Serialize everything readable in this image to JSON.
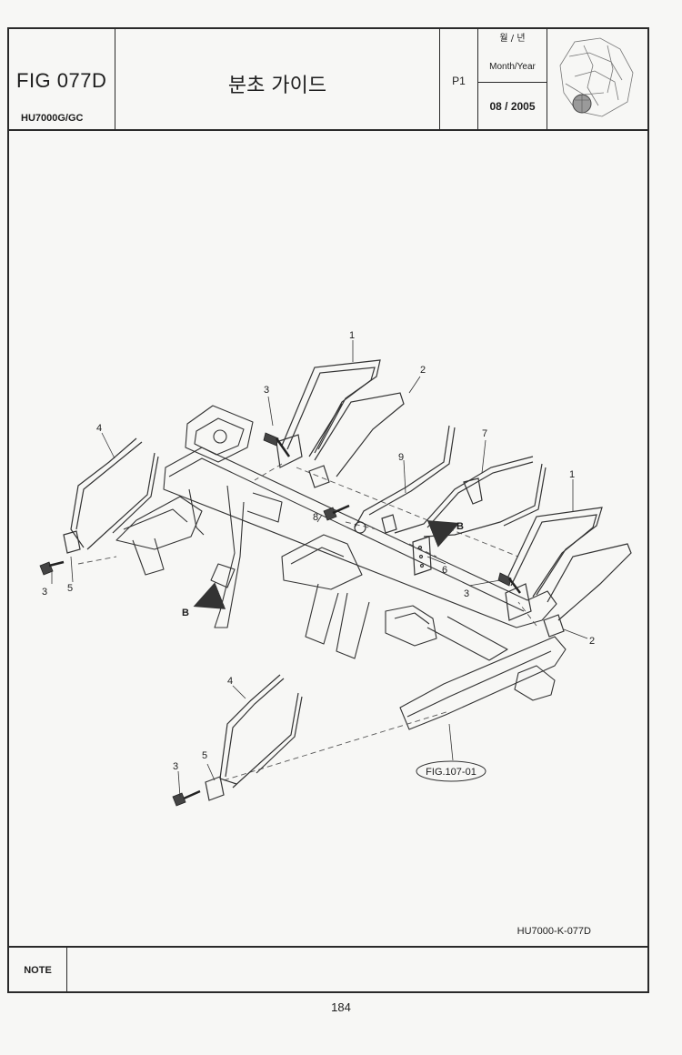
{
  "header": {
    "figure_number": "FIG 077D",
    "model": "HU7000G/GC",
    "title": "분초 가이드",
    "page_label": "P1",
    "month_year_korean": "월 / 년",
    "month_year_label": "Month/Year",
    "date": "08 / 2005"
  },
  "diagram": {
    "drawing_code": "HU7000-K-077D",
    "reference_figure": "FIG.107-01",
    "view_marker": "B",
    "callouts": [
      "1",
      "2",
      "3",
      "4",
      "3",
      "5",
      "1",
      "2",
      "3",
      "7",
      "9",
      "8",
      "6",
      "4",
      "5",
      "3"
    ]
  },
  "note": {
    "label": "NOTE"
  },
  "page_number": "184"
}
